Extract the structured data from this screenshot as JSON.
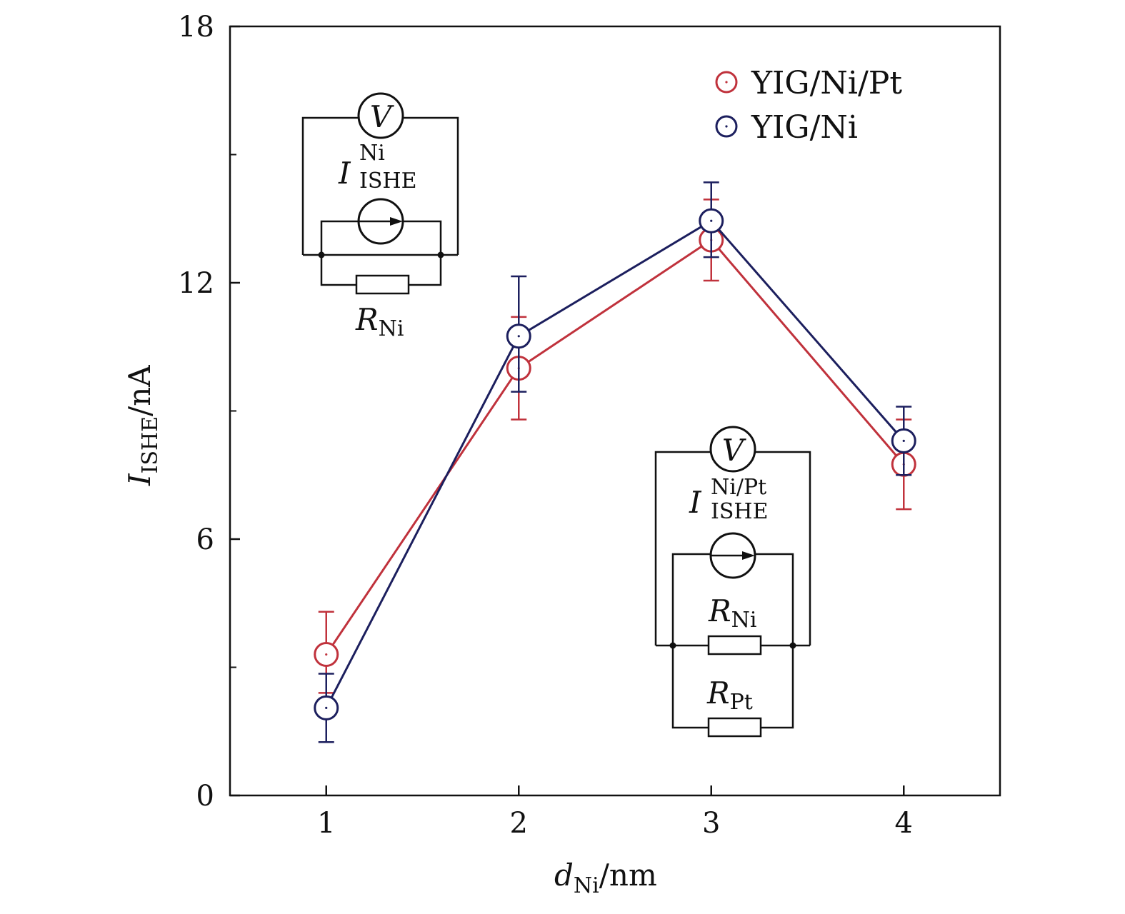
{
  "chart_data": {
    "type": "line",
    "xlabel": {
      "main": "d",
      "sub": "Ni",
      "unit": "/nm"
    },
    "ylabel": {
      "main": "I",
      "sub": "ISHE",
      "unit": "/nA"
    },
    "xlim": [
      0.5,
      4.5
    ],
    "ylim": [
      0,
      18
    ],
    "xticks": [
      1,
      2,
      3,
      4
    ],
    "yticks_labeled": [
      0,
      6,
      12,
      18
    ],
    "yticks_minor": [
      3,
      9,
      15
    ],
    "grid": false,
    "legend_position": "top-right",
    "x": [
      1,
      2,
      3,
      4
    ],
    "series": [
      {
        "name": "YIG/Ni/Pt",
        "color": "#c0323c",
        "values": [
          3.3,
          10.0,
          13.0,
          7.75
        ],
        "err_low": [
          0.9,
          1.2,
          0.95,
          1.05
        ],
        "err_high": [
          1.0,
          1.2,
          0.95,
          1.05
        ]
      },
      {
        "name": "YIG/Ni",
        "color": "#1c1f5e",
        "values": [
          2.05,
          10.75,
          13.45,
          8.3
        ],
        "err_low": [
          0.8,
          1.3,
          0.85,
          0.8
        ],
        "err_high": [
          0.8,
          1.4,
          0.9,
          0.8
        ]
      }
    ],
    "insets": [
      {
        "voltmeter": "V",
        "current": {
          "main": "I",
          "sup": "Ni",
          "sub": "ISHE"
        },
        "resistors": [
          {
            "main": "R",
            "sub": "Ni"
          }
        ]
      },
      {
        "voltmeter": "V",
        "current": {
          "main": "I",
          "sup": "Ni/Pt",
          "sub": "ISHE"
        },
        "resistors": [
          {
            "main": "R",
            "sub": "Ni"
          },
          {
            "main": "R",
            "sub": "Pt"
          }
        ]
      }
    ]
  }
}
